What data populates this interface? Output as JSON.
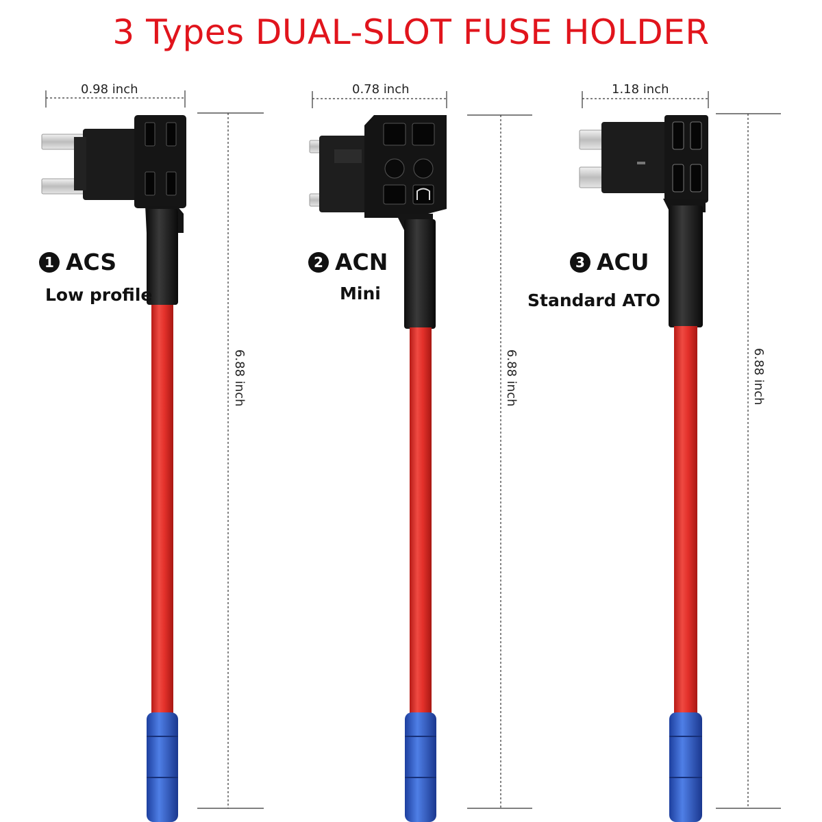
{
  "title": "3 Types DUAL-SLOT FUSE HOLDER",
  "colors": {
    "title": "#e1141c",
    "wire": "#e8322c",
    "wire_shade": "#b01a16",
    "housing": "#1a1a1a",
    "terminal": "#2a59c8",
    "blade": "#d8d8d8",
    "dimension_line": "#333333"
  },
  "holders": [
    {
      "number": "1",
      "code": "ACS",
      "subtitle": "Low profile",
      "width_label": "0.98 inch",
      "height_label": "6.88 inch"
    },
    {
      "number": "2",
      "code": "ACN",
      "subtitle": "Mini",
      "width_label": "0.78 inch",
      "height_label": "6.88 inch"
    },
    {
      "number": "3",
      "code": "ACU",
      "subtitle": "Standard ATO",
      "width_label": "1.18 inch",
      "height_label": "6.88 inch"
    }
  ]
}
